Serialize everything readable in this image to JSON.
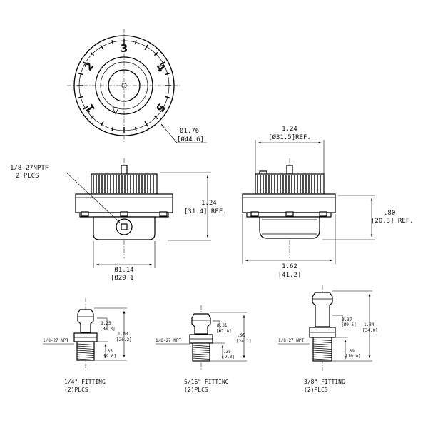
{
  "dial": {
    "numbers": [
      "1",
      "2",
      "3",
      "4",
      "5"
    ],
    "diameter_in": "Ø1.76",
    "diameter_mm": "[Ø44.6]"
  },
  "front_view": {
    "thread_callout_line1": "1/8-27NPTF",
    "thread_callout_line2": "2 PLCS",
    "height_in": "1.24",
    "height_mm": "[31.4] REF.",
    "base_dia_in": "Ø1.14",
    "base_dia_mm": "[Ø29.1]"
  },
  "side_view": {
    "top_width_in": "1.24",
    "top_width_mm": "[Ø31.5]REF.",
    "height_in": ".80",
    "height_mm": "[20.3] REF.",
    "overall_width_in": "1.62",
    "overall_width_mm": "[41.2]"
  },
  "fittings": [
    {
      "name_line1": "1/4\" FITTING",
      "name_line2": "(2)PLCS",
      "thread": "1/8-27 NPT",
      "barb_dia_in": "Ø.25",
      "barb_dia_mm": "[Ø6.3]",
      "height_in": "1.03",
      "height_mm": "[26.2]",
      "thread_len_in": ".35",
      "thread_len_mm": "[9.0]"
    },
    {
      "name_line1": "5/16\" FITTING",
      "name_line2": "(2)PLCS",
      "thread": "1/8-27 NPT",
      "barb_dia_in": "Ø.31",
      "barb_dia_mm": "[Ø7.8]",
      "height_in": ".95",
      "height_mm": "[24.1]",
      "thread_len_in": ".35",
      "thread_len_mm": "[9.0]"
    },
    {
      "name_line1": "3/8\" FITTING",
      "name_line2": "(2)PLCS",
      "thread": "1/8-27 NPT",
      "barb_dia_in": "Ø.37",
      "barb_dia_mm": "[Ø9.5]",
      "height_in": "1.34",
      "height_mm": "[34.0]",
      "thread_len_in": ".39",
      "thread_len_mm": "[10.0]"
    }
  ]
}
